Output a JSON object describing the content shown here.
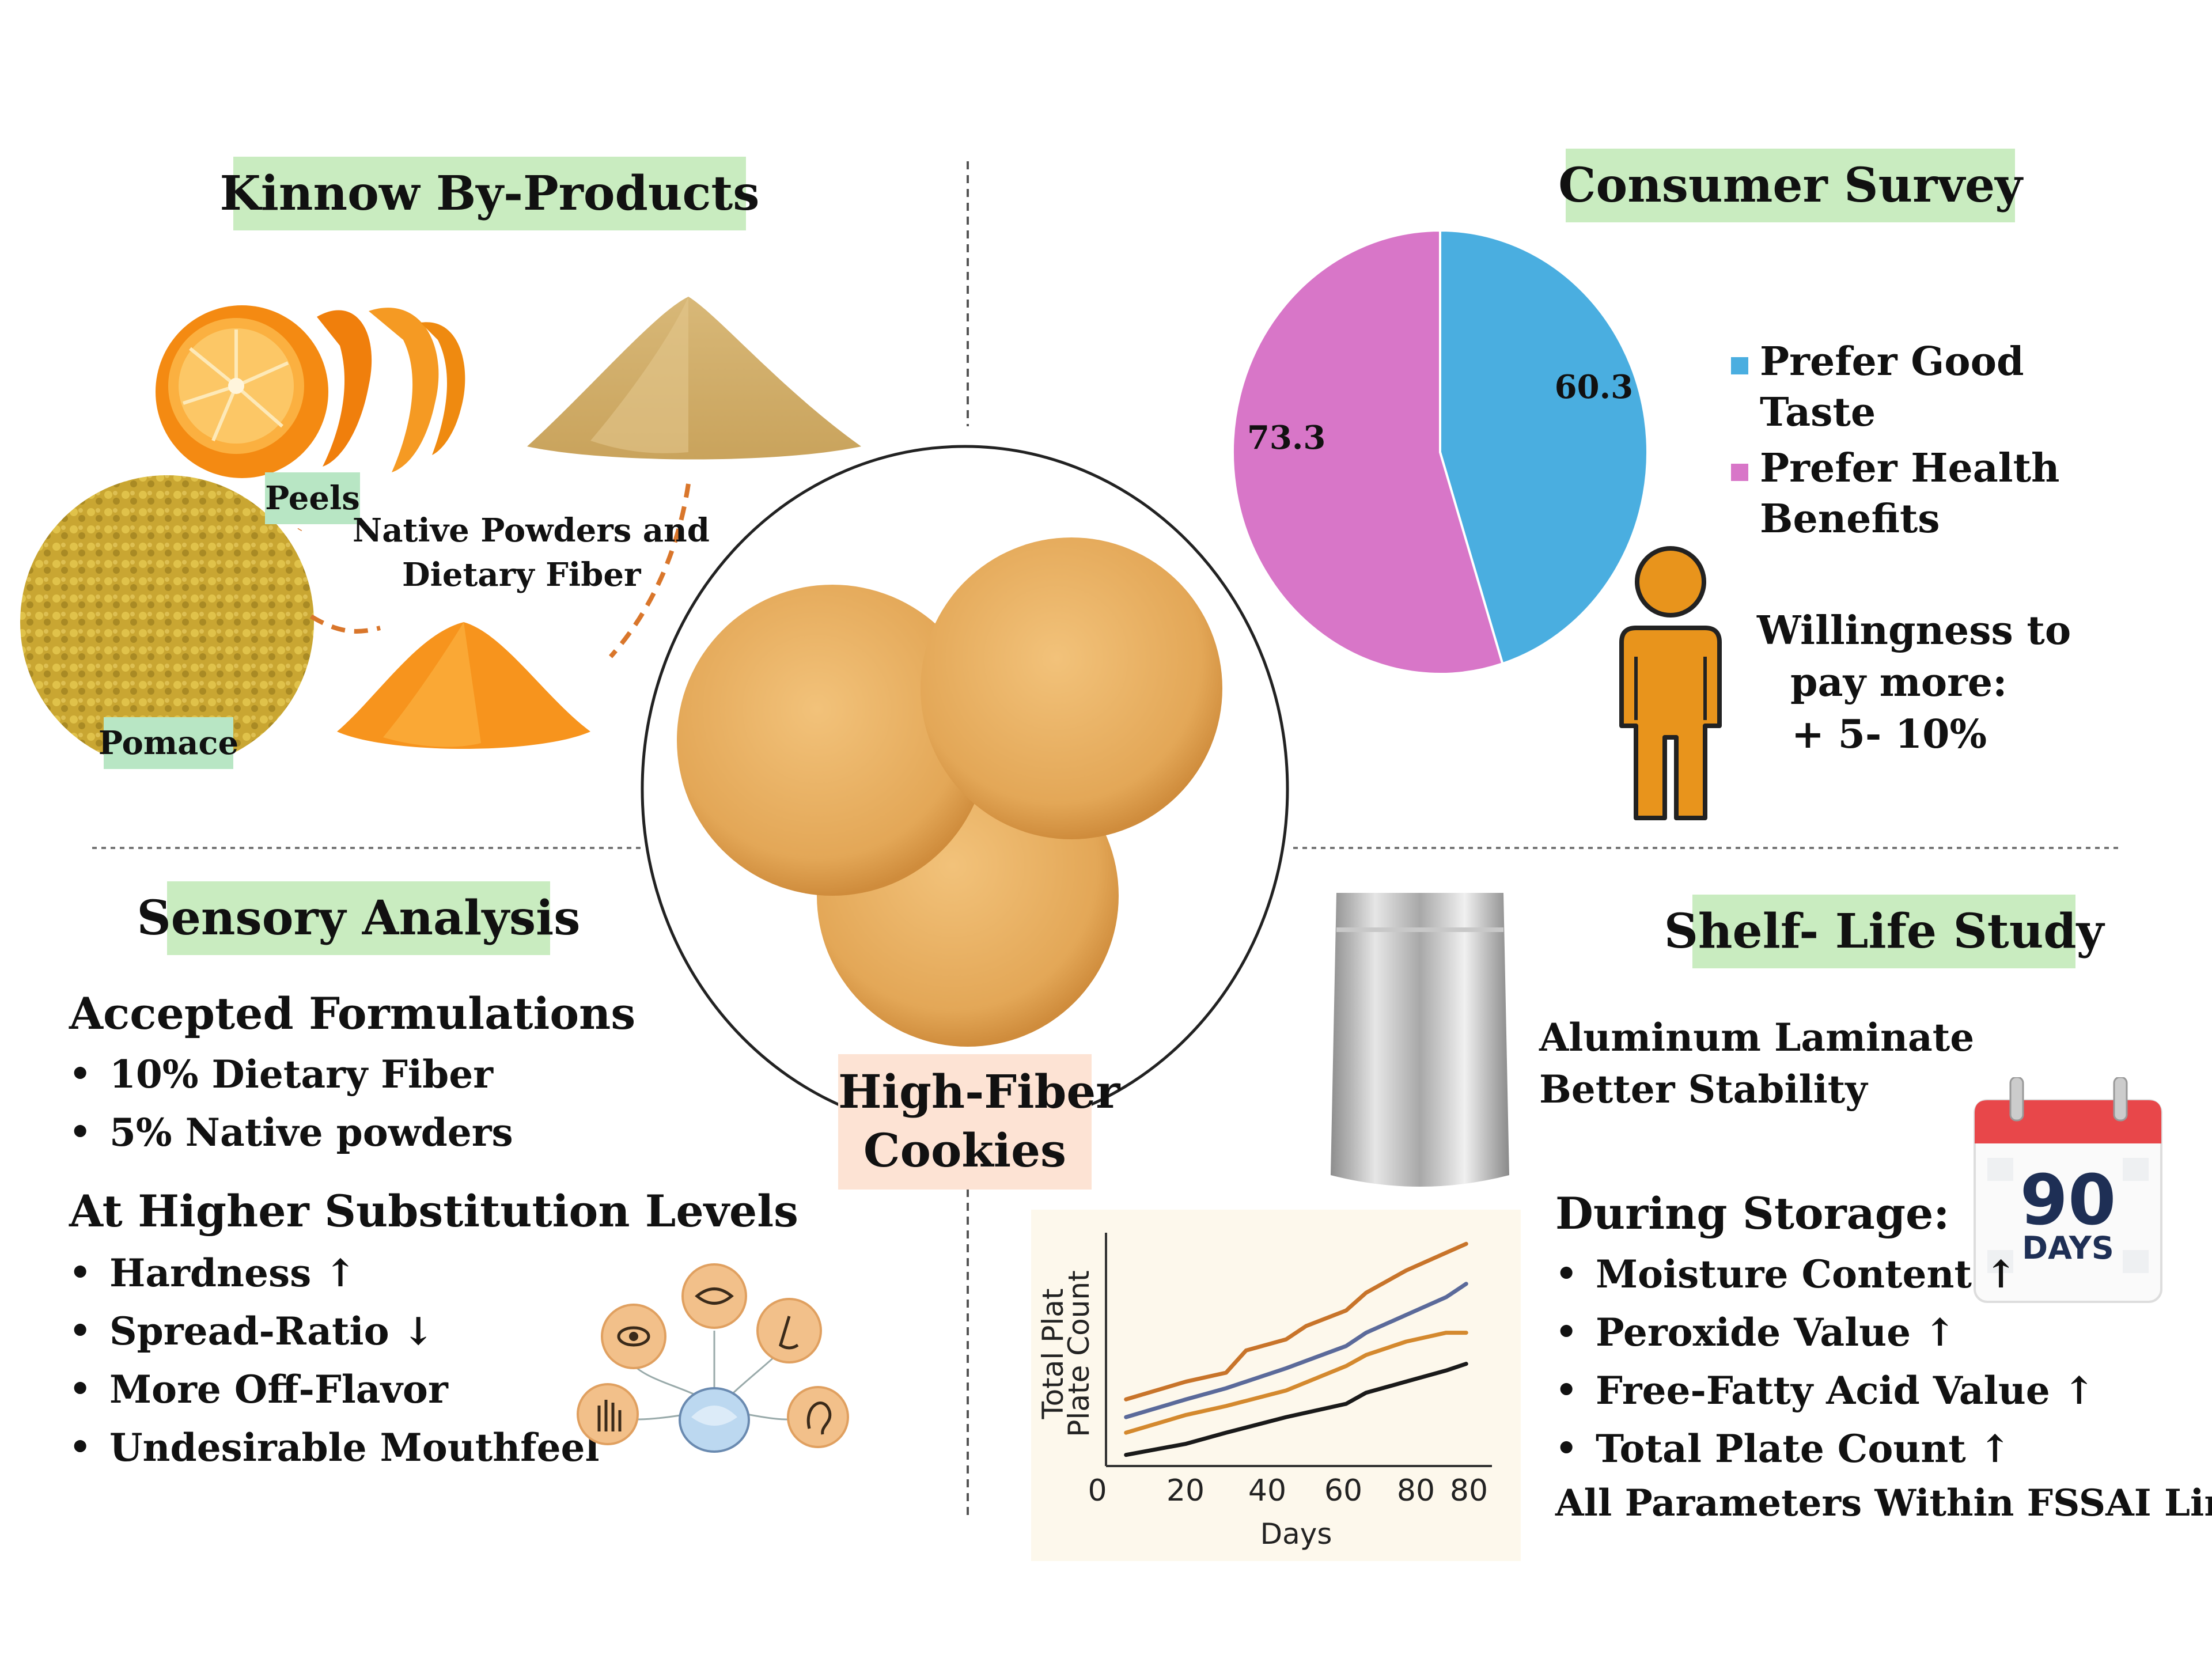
{
  "kinnow": {
    "title": "Kinnow By-Products",
    "peels_label": "Peels",
    "powders_label_line1": "Native Powders and",
    "powders_label_line2": "Dietary Fiber",
    "pomace_label": "Pomace"
  },
  "survey": {
    "title": "Consumer Survey",
    "legend": [
      {
        "line1": "Prefer Good",
        "line2": "Taste",
        "color": "#4aaee0"
      },
      {
        "line1": "Prefer Health",
        "line2": "Benefits",
        "color": "#d876c8"
      }
    ],
    "willingness_line1": "Willingness to",
    "willingness_line2": "pay more:",
    "willingness_line3": "+  5- 10%"
  },
  "chart_data": [
    {
      "type": "pie",
      "title": "",
      "labels": [
        "Prefer Good Taste",
        "Prefer Health Benefits"
      ],
      "values": [
        60.3,
        73.3
      ],
      "colors": [
        "#4aaee0",
        "#d876c8"
      ]
    },
    {
      "type": "line",
      "xlabel": "Days",
      "ylabel": "Total Plat Plate Count",
      "x_tick_labels": [
        "0",
        "20",
        "40",
        "60",
        "80",
        "80"
      ],
      "series": [
        {
          "color": "#c8742a",
          "x": [
            5,
            20,
            30,
            35,
            45,
            50,
            60,
            65,
            75,
            85,
            90
          ],
          "y": [
            30,
            38,
            42,
            52,
            57,
            63,
            70,
            78,
            88,
            96,
            100
          ]
        },
        {
          "color": "#5b6a9a",
          "x": [
            5,
            20,
            30,
            45,
            60,
            65,
            75,
            85,
            90
          ],
          "y": [
            22,
            30,
            35,
            44,
            54,
            60,
            68,
            76,
            82
          ]
        },
        {
          "color": "#d4892e",
          "x": [
            5,
            20,
            30,
            45,
            60,
            65,
            75,
            85,
            90
          ],
          "y": [
            15,
            23,
            27,
            34,
            45,
            50,
            56,
            60,
            60
          ]
        },
        {
          "color": "#1a1a1a",
          "x": [
            5,
            20,
            30,
            45,
            60,
            65,
            75,
            85,
            90
          ],
          "y": [
            5,
            10,
            15,
            22,
            28,
            33,
            38,
            43,
            46
          ]
        }
      ]
    }
  ],
  "sensory": {
    "title": "Sensory Analysis",
    "accepted_heading": "Accepted Formulations",
    "accepted": [
      "10% Dietary Fiber",
      "5% Native powders"
    ],
    "higher_heading": "At Higher Substitution Levels",
    "higher": [
      "Hardness ↑",
      "Spread-Ratio ↓",
      "More Off-Flavor",
      "Undesirable Mouthfeel"
    ]
  },
  "center": {
    "label_line1": "High-Fiber",
    "label_line2": "Cookies"
  },
  "shelf": {
    "title": "Shelf- Life Study",
    "pack_line1": "Aluminum Laminate",
    "pack_line2": " Better Stability",
    "calendar_number": "90",
    "calendar_unit": "DAYS",
    "storage_heading": "During Storage:",
    "storage": [
      "Moisture Content ↑",
      "Peroxide Value ↑",
      "Free-Fatty Acid Value ↑",
      "Total Plate Count ↑"
    ],
    "footer": "All Parameters Within FSSAI Limits"
  }
}
